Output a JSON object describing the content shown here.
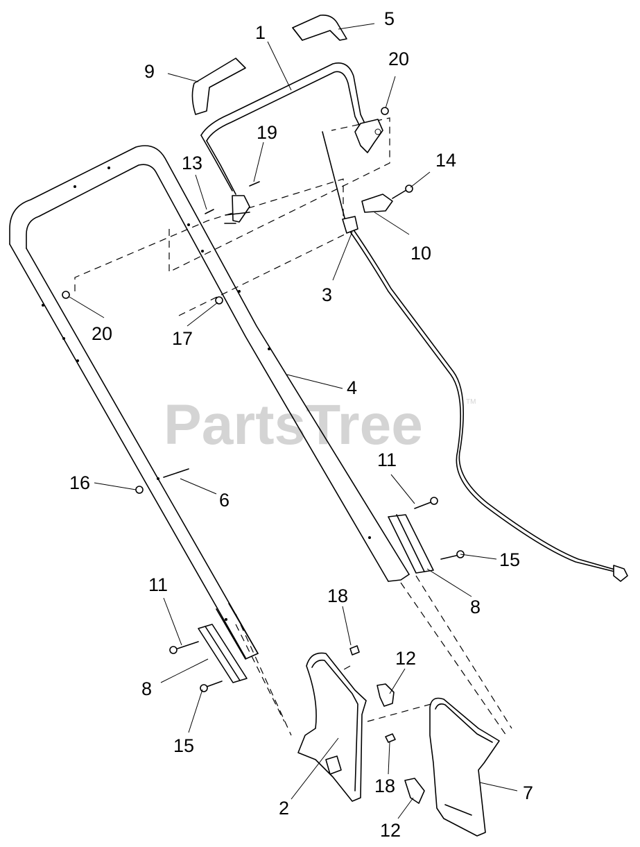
{
  "watermark": {
    "text": "PartsTree",
    "trademark": "TM"
  },
  "callouts": [
    {
      "id": "c1",
      "text": "1"
    },
    {
      "id": "c2",
      "text": "2"
    },
    {
      "id": "c3",
      "text": "3"
    },
    {
      "id": "c4",
      "text": "4"
    },
    {
      "id": "c5",
      "text": "5"
    },
    {
      "id": "c6",
      "text": "6"
    },
    {
      "id": "c7",
      "text": "7"
    },
    {
      "id": "c8a",
      "text": "8"
    },
    {
      "id": "c8b",
      "text": "8"
    },
    {
      "id": "c9",
      "text": "9"
    },
    {
      "id": "c10",
      "text": "10"
    },
    {
      "id": "c11a",
      "text": "11"
    },
    {
      "id": "c11b",
      "text": "11"
    },
    {
      "id": "c12a",
      "text": "12"
    },
    {
      "id": "c12b",
      "text": "12"
    },
    {
      "id": "c13",
      "text": "13"
    },
    {
      "id": "c14",
      "text": "14"
    },
    {
      "id": "c15a",
      "text": "15"
    },
    {
      "id": "c15b",
      "text": "15"
    },
    {
      "id": "c16",
      "text": "16"
    },
    {
      "id": "c17",
      "text": "17"
    },
    {
      "id": "c18a",
      "text": "18"
    },
    {
      "id": "c18b",
      "text": "18"
    },
    {
      "id": "c19",
      "text": "19"
    },
    {
      "id": "c20a",
      "text": "20"
    },
    {
      "id": "c20b",
      "text": "20"
    }
  ]
}
